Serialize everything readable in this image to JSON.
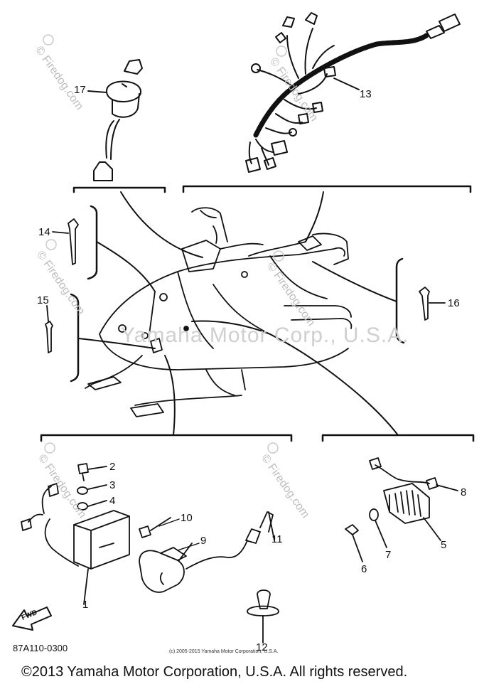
{
  "callouts": {
    "c1": "1",
    "c2": "2",
    "c3": "3",
    "c4": "4",
    "c5": "5",
    "c6": "6",
    "c7": "7",
    "c8": "8",
    "c9": "9",
    "c10": "10",
    "c11": "11",
    "c12": "12",
    "c13": "13",
    "c14": "14",
    "c15": "15",
    "c16": "16",
    "c17": "17"
  },
  "arrow_text": "FWD",
  "diagram_code": "87A110-0300",
  "tiny_copyright": "(c) 2005-2015 Yamaha Motor Corporation, U.S.A.",
  "copyright": "©2013 Yamaha Motor Corporation, U.S.A. All rights reserved.",
  "watermark_site": "© Firedog.com",
  "watermark_center": "Yamaha Motor Corp., U.S.A.",
  "colors": {
    "ink": "#111111",
    "watermark": "#bdbdbd"
  }
}
